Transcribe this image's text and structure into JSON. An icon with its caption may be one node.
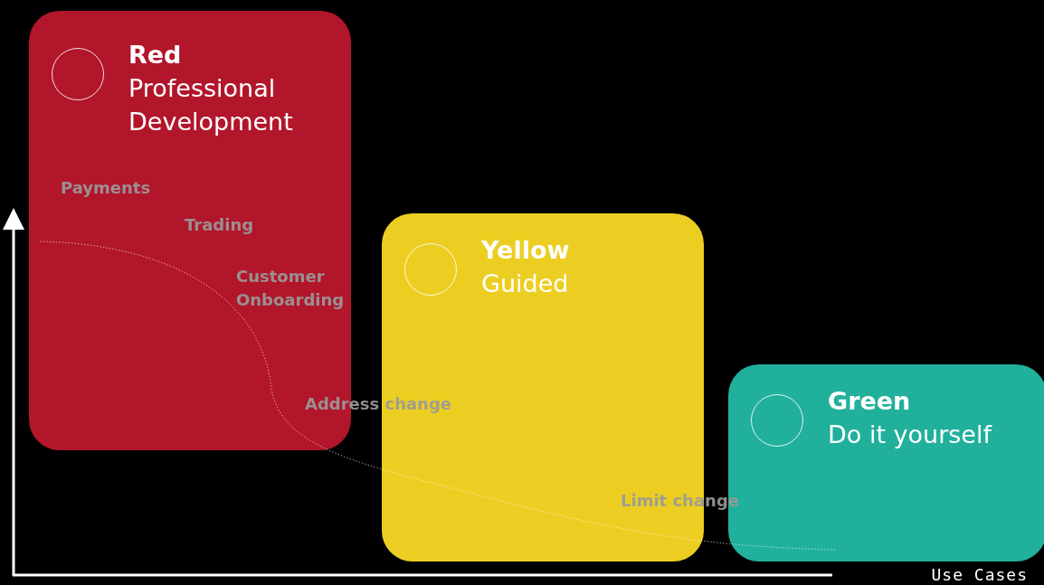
{
  "diagram": {
    "nodes": [
      {
        "text": [
          "Red",
          "Professional Development"
        ]
      },
      {
        "text": [
          "Yellow",
          "Guided"
        ]
      },
      {
        "text": [
          "Green",
          "Do it yourself"
        ]
      }
    ],
    "edges": [],
    "labels": [
      "Payments",
      "Trading",
      "Customer Onboarding",
      "Address change",
      "Limit change",
      "Use Cases"
    ]
  }
}
